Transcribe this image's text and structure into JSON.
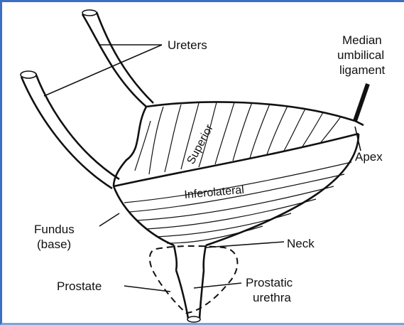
{
  "title": "",
  "labels": {
    "ureters": "Ureters",
    "median_1": "Median",
    "median_2": "umbilical",
    "median_3": "ligament",
    "apex": "Apex",
    "superior": "Superior",
    "inferolateral": "Inferolateral",
    "fundus_1": "Fundus",
    "fundus_2": "(base)",
    "neck": "Neck",
    "prostate": "Prostate",
    "prostatic_1": "Prostatic",
    "prostatic_2": "urethra"
  },
  "colors": {
    "frame": "#3a6fc4",
    "ink": "#111111"
  }
}
